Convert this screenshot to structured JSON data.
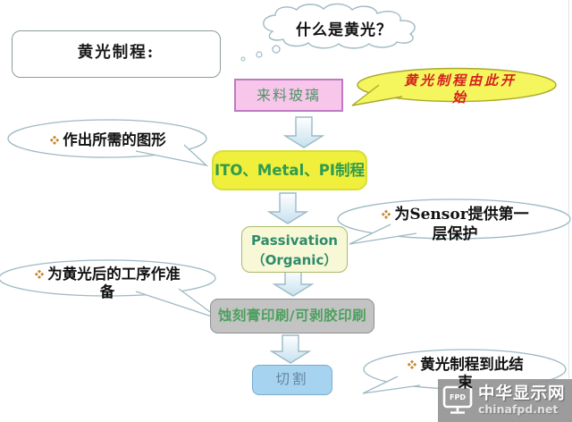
{
  "title_box": {
    "label": "黄光制程:"
  },
  "cloud": {
    "text": "什么是黄光？"
  },
  "steps": {
    "glass": {
      "label": "来料玻璃"
    },
    "ito": {
      "label": "ITO、Metal、PI制程"
    },
    "passivation": {
      "line1": "Passivation",
      "line2": "（Organic）"
    },
    "etch": {
      "label": "蚀刻膏印刷/可剥胶印刷"
    },
    "cut": {
      "label": "切割"
    }
  },
  "callouts": {
    "start": {
      "line1": "黄光制程由此开",
      "line2": "始"
    },
    "pattern": {
      "text": "作出所需的图形"
    },
    "sensor": {
      "line1": "为Sensor提供第一",
      "line2": "层保护"
    },
    "prepare": {
      "line1": "为黄光后的工序作准",
      "line2": "备"
    },
    "end": {
      "line1": "黄光制程到此结",
      "line2": "束"
    }
  },
  "watermark": {
    "site_name": "中华显示网",
    "site_url": "chinafpd.net",
    "icon_label": "FPD"
  },
  "colors": {
    "glass_fill": "#F8C6EB",
    "glass_border": "#BC7BC2",
    "ito_fill": "#EFEF3C",
    "ito_border": "#D5DE3B",
    "passivation_fill": "#F8F8D6",
    "passivation_border": "#A9B96B",
    "etch_fill": "#C3C3C3",
    "etch_border": "#8F8F8F",
    "cut_fill": "#A6D3F0",
    "cut_border": "#79ABCF",
    "step_text_green": "#2F9B4E",
    "start_bubble_fill": "#F5F55E",
    "start_text_red": "#D42020",
    "bubble_stroke": "#9FB9C4",
    "arrow_stroke": "#9BB9C6",
    "bullet_orange": "#C8862F"
  }
}
